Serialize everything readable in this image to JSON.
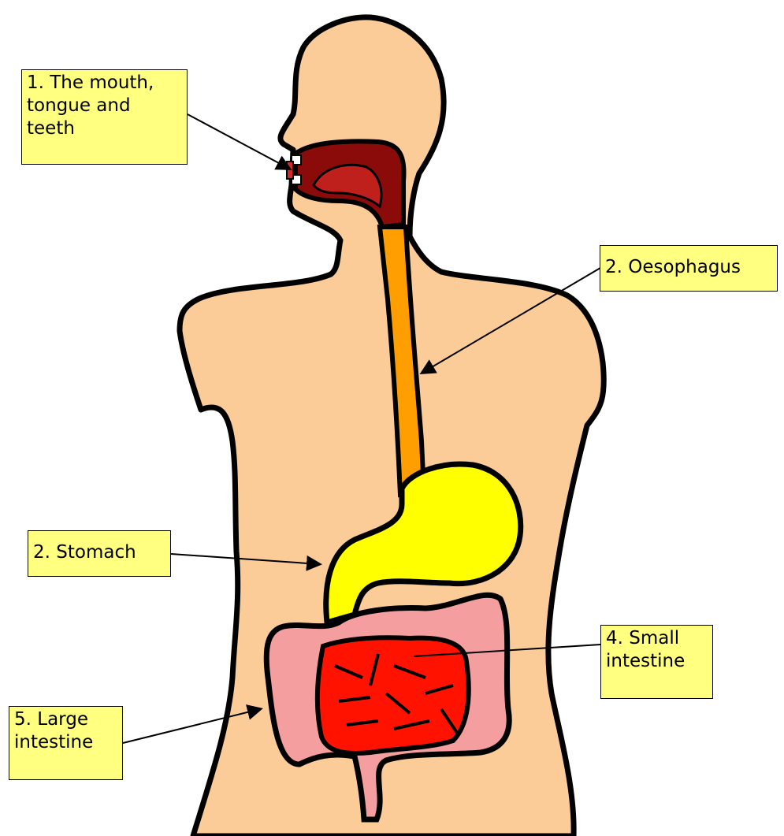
{
  "labels": {
    "mouth": "1. The mouth,\ntongue and\nteeth",
    "oesophagus": "2. Oesophagus",
    "stomach": "2. Stomach",
    "small_intestine": "4. Small\nintestine",
    "large_intestine": "5. Large\nintestine"
  },
  "colors": {
    "skin": "#fbcb98",
    "mouth": "#8b0a0a",
    "oesophagus": "#ff9e00",
    "stomach": "#ffff00",
    "small_intestine": "#ff1300",
    "large_intestine": "#f59ea0",
    "label_fill": "#ffff80"
  }
}
